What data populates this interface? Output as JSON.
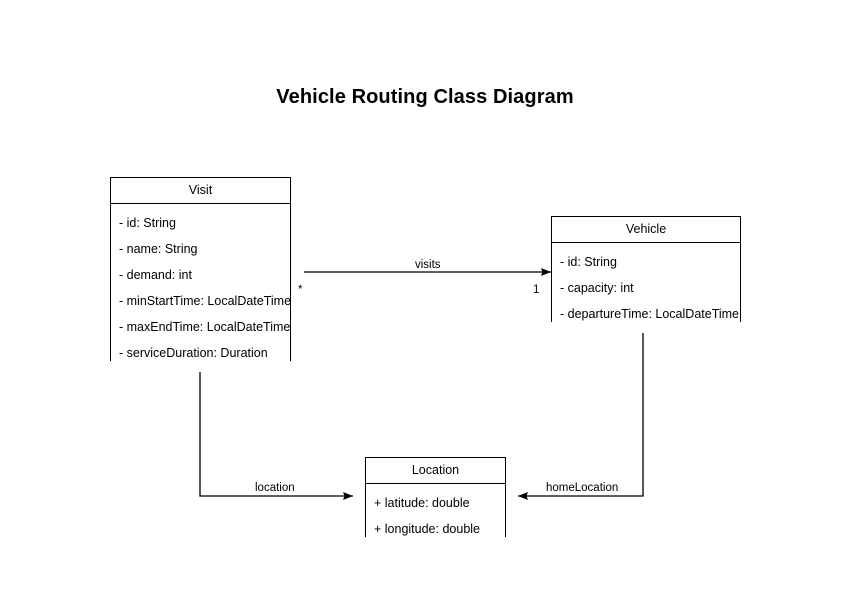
{
  "title": "Vehicle Routing Class Diagram",
  "classes": [
    {
      "name": "Visit",
      "attributes": [
        "- id: String",
        "- name: String",
        "- demand: int",
        "- minStartTime: LocalDateTime",
        "- maxEndTime: LocalDateTime",
        "- serviceDuration: Duration"
      ]
    },
    {
      "name": "Vehicle",
      "attributes": [
        "- id: String",
        "- capacity: int",
        "- departureTime: LocalDateTime"
      ]
    },
    {
      "name": "Location",
      "attributes": [
        "+ latitude: double",
        "+ longitude: double"
      ]
    }
  ],
  "edges": [
    {
      "label": "visits",
      "from": "Vehicle",
      "to": "Visit",
      "source_multiplicity": "1",
      "target_multiplicity": "*"
    },
    {
      "label": "location",
      "from": "Visit",
      "to": "Location",
      "source_multiplicity": "",
      "target_multiplicity": ""
    },
    {
      "label": "homeLocation",
      "from": "Vehicle",
      "to": "Location",
      "source_multiplicity": "",
      "target_multiplicity": ""
    }
  ],
  "colors": {
    "background": "#ffffff",
    "stroke": "#000000",
    "text": "#000000"
  }
}
